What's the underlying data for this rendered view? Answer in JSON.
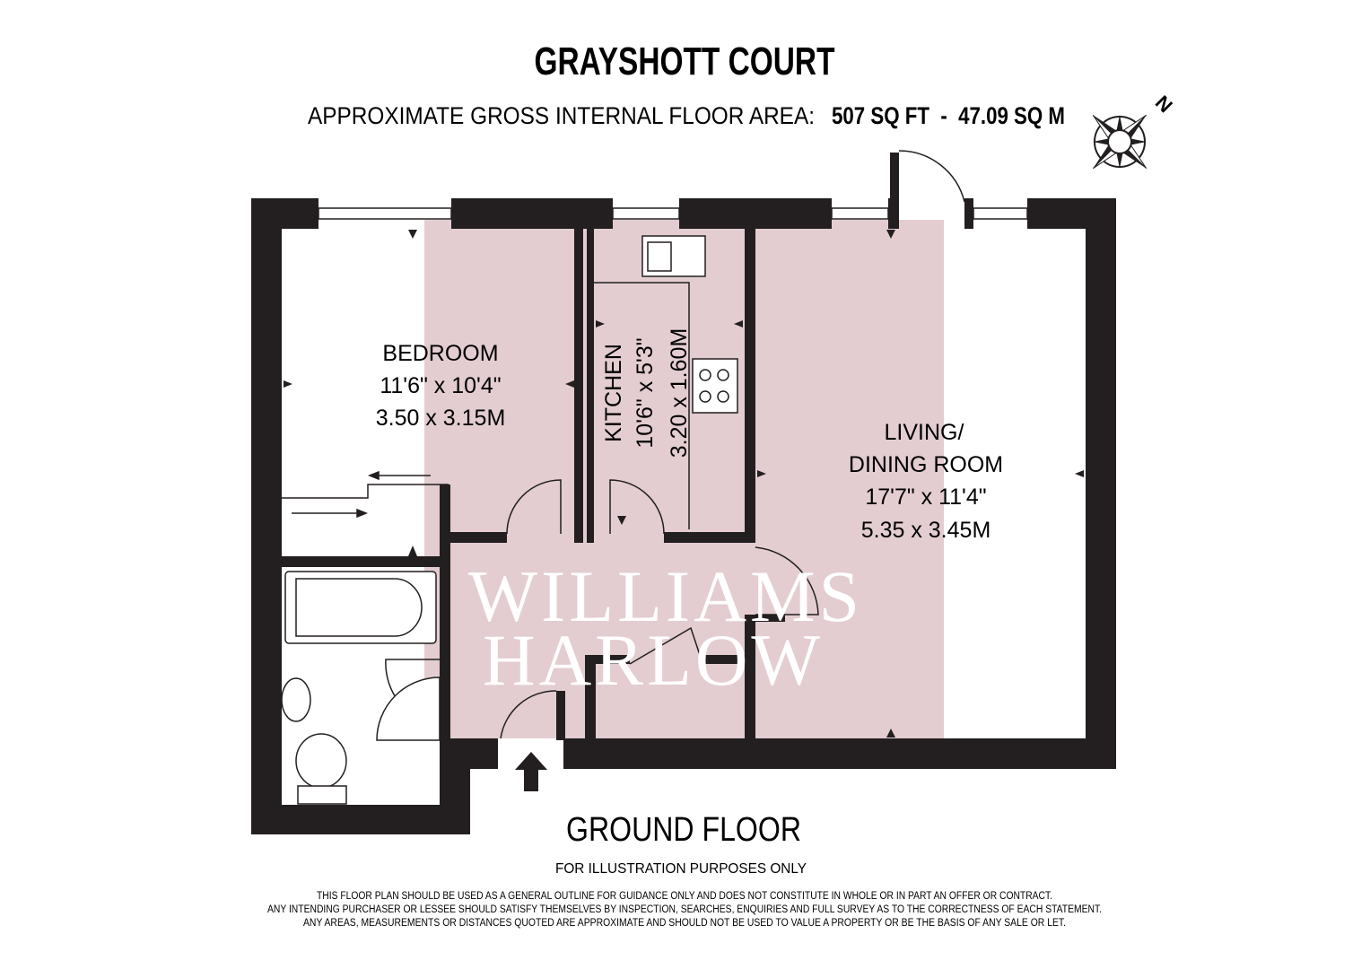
{
  "title": "GRAYSHOTT COURT",
  "area_label": "APPROXIMATE GROSS INTERNAL FLOOR AREA:",
  "area_value": "507 SQ FT  -  47.09 SQ M",
  "compass_label": "N",
  "rooms": [
    {
      "name": "BEDROOM",
      "imperial": "11'6\" x 10'4\"",
      "metric": "3.50 x 3.15M"
    },
    {
      "name": "KITCHEN",
      "imperial": "10'6\" x 5'3\"",
      "metric": "3.20 x 1.60M"
    },
    {
      "name_line1": "LIVING/",
      "name_line2": "DINING ROOM",
      "imperial": "17'7\" x 11'4\"",
      "metric": "5.35 x 3.45M"
    }
  ],
  "watermark": {
    "line1": "WILLIAMS",
    "line2": "HARLOW"
  },
  "floor_label": "GROUND FLOOR",
  "illustration_note": "FOR ILLUSTRATION PURPOSES ONLY",
  "disclaimer": [
    "THIS FLOOR PLAN SHOULD BE USED AS A GENERAL OUTLINE FOR GUIDANCE ONLY AND DOES NOT CONSTITUTE IN WHOLE OR IN PART AN OFFER OR CONTRACT.",
    "ANY INTENDING PURCHASER OR LESSEE SHOULD SATISFY THEMSELVES BY INSPECTION, SEARCHES, ENQUIRIES AND FULL SURVEY AS TO THE CORRECTNESS OF EACH STATEMENT.",
    "ANY AREAS, MEASUREMENTS OR DISTANCES QUOTED ARE APPROXIMATE AND SHOULD NOT BE USED TO VALUE A PROPERTY OR BE THE BASIS OF ANY SALE OR LET."
  ],
  "colors": {
    "wall": "#231f20",
    "overlay": "#e3cdd1"
  }
}
